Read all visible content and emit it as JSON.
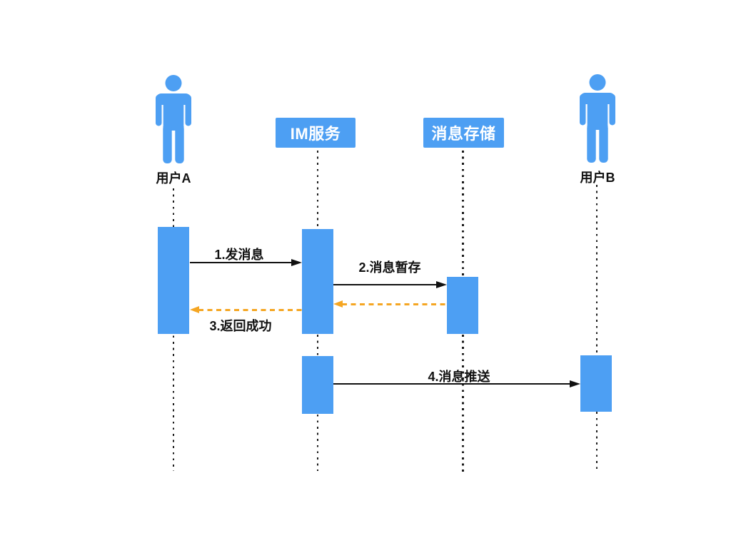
{
  "diagram": {
    "type": "sequence-diagram",
    "actors": [
      {
        "label": "用户A"
      },
      {
        "label": "用户B"
      }
    ],
    "participants": [
      {
        "label": "IM服务"
      },
      {
        "label": "消息存储"
      }
    ],
    "messages": [
      {
        "label": "1.发消息",
        "from": "用户A",
        "to": "IM服务",
        "line": "solid-black"
      },
      {
        "label": "2.消息暂存",
        "from": "IM服务",
        "to": "消息存储",
        "line": "solid-black"
      },
      {
        "label": "3.返回成功",
        "from": "消息存储",
        "to": "用户A",
        "line": "dashed-orange"
      },
      {
        "label": "4.消息推送",
        "from": "IM服务",
        "to": "用户B",
        "line": "solid-black"
      }
    ],
    "colors": {
      "shape_blue": "#4D9FF3",
      "return_arrow_orange": "#F5A623",
      "line_black": "#111111"
    }
  }
}
